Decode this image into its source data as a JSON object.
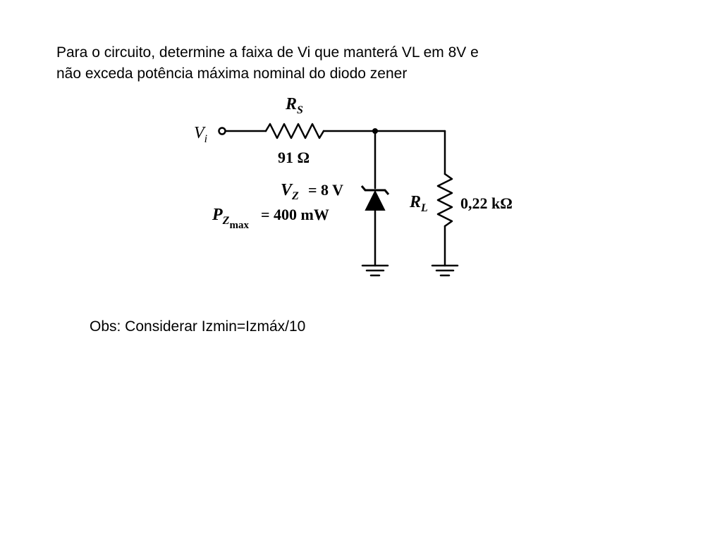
{
  "problem": {
    "line1": "Para o circuito, determine a faixa de Vi que manterá VL em 8V e",
    "line2": "não exceda potência máxima nominal do diodo zener"
  },
  "circuit": {
    "input_label": {
      "main": "V",
      "sub": "i"
    },
    "rs_label": {
      "main": "R",
      "sub": "S"
    },
    "rs_value": "91 Ω",
    "vz_label": {
      "main": "V",
      "sub": "Z"
    },
    "vz_value": "= 8 V",
    "pz_label": {
      "main": "P",
      "sub": "Z",
      "subsub": "max"
    },
    "pz_value": "= 400 mW",
    "rl_label": {
      "main": "R",
      "sub": "L"
    },
    "rl_value": "0,22 kΩ"
  },
  "note": "Obs: Considerar Izmin=Izmáx/10"
}
